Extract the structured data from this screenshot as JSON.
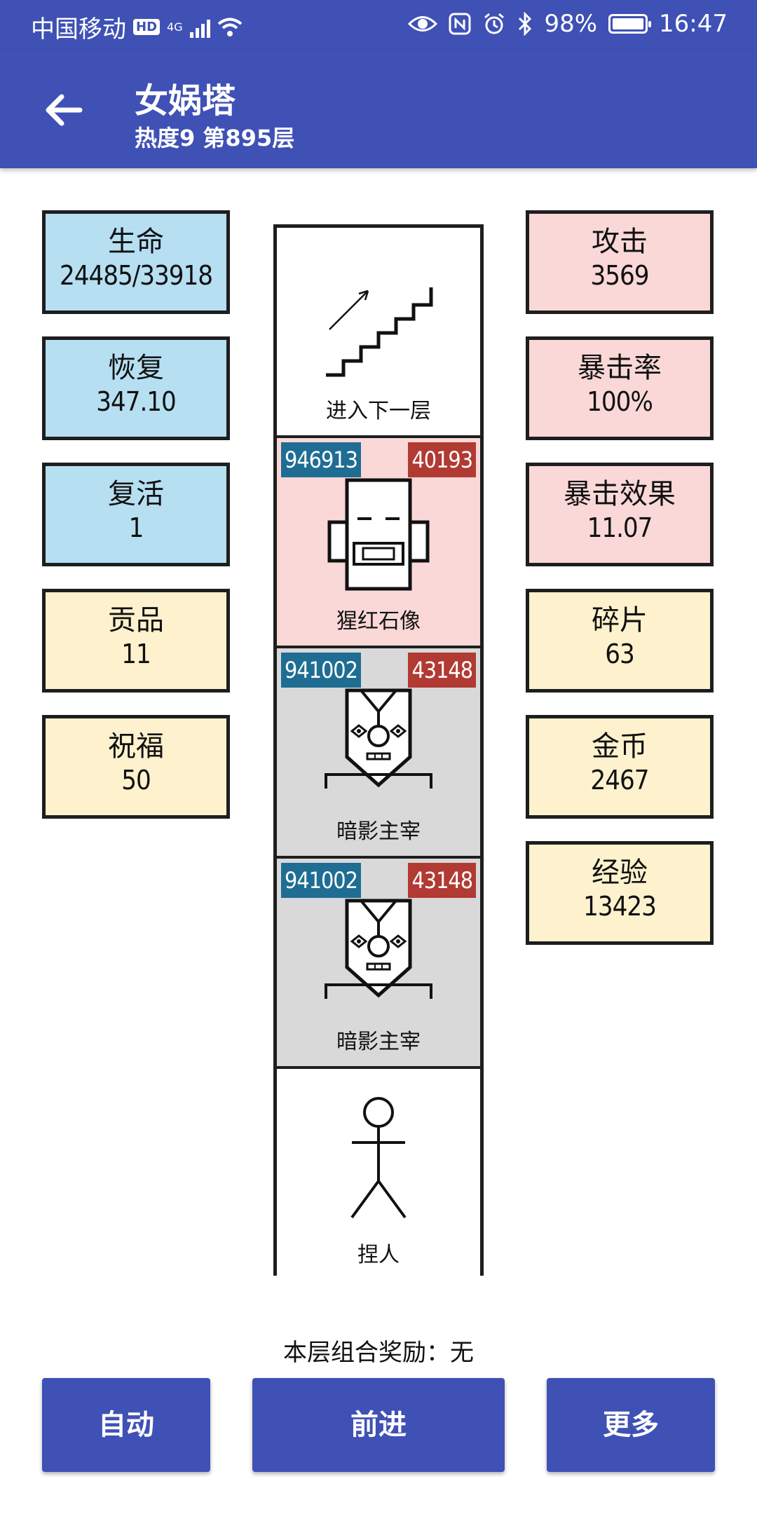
{
  "status_bar": {
    "carrier": "中国移动",
    "hd": "HD",
    "network": "4G",
    "battery": "98%",
    "time": "16:47",
    "icons": [
      "hd-icon",
      "signal-icon",
      "wifi-icon",
      "eye-icon",
      "nfc-icon",
      "alarm-icon",
      "bluetooth-icon",
      "battery-icon"
    ]
  },
  "app_bar": {
    "title": "女娲塔",
    "subtitle": "热度9 第895层",
    "back_icon": "arrow-left-icon"
  },
  "left_stats": [
    {
      "label": "生命",
      "value": "24485/33918",
      "color": "#b6dff2"
    },
    {
      "label": "恢复",
      "value": "347.10",
      "color": "#b6dff2"
    },
    {
      "label": "复活",
      "value": "1",
      "color": "#b6dff2"
    },
    {
      "label": "贡品",
      "value": "11",
      "color": "#fdf2cd"
    },
    {
      "label": "祝福",
      "value": "50",
      "color": "#fdf2cd"
    }
  ],
  "right_stats": [
    {
      "label": "攻击",
      "value": "3569",
      "color": "#f9d8d7"
    },
    {
      "label": "暴击率",
      "value": "100%",
      "color": "#f9d8d7"
    },
    {
      "label": "暴击效果",
      "value": "11.07",
      "color": "#f9d8d7"
    },
    {
      "label": "碎片",
      "value": "63",
      "color": "#fdf2cd"
    },
    {
      "label": "金币",
      "value": "2467",
      "color": "#fdf2cd"
    },
    {
      "label": "经验",
      "value": "13423",
      "color": "#fdf2cd"
    }
  ],
  "tower": {
    "floors": [
      {
        "name": "进入下一层",
        "icon": "stairs-up-icon",
        "hp": null,
        "atk": null,
        "bg": "#ffffff"
      },
      {
        "name": "猩红石像",
        "icon": "stone-statue-icon",
        "hp": "946913",
        "atk": "40193",
        "bg": "#f9d8d7"
      },
      {
        "name": "暗影主宰",
        "icon": "shadow-mask-icon",
        "hp": "941002",
        "atk": "43148",
        "bg": "#d9d9d9"
      },
      {
        "name": "暗影主宰",
        "icon": "shadow-mask-icon",
        "hp": "941002",
        "atk": "43148",
        "bg": "#d9d9d9"
      },
      {
        "name": "捏人",
        "icon": "stick-figure-icon",
        "hp": null,
        "atk": null,
        "bg": "#ffffff"
      }
    ]
  },
  "bonus_text": "本层组合奖励：无",
  "buttons": {
    "auto": "自动",
    "advance": "前进",
    "more": "更多"
  },
  "colors": {
    "primary": "#3f51b5",
    "hp_tag": "#1f6d93",
    "atk_tag": "#b13a33"
  }
}
